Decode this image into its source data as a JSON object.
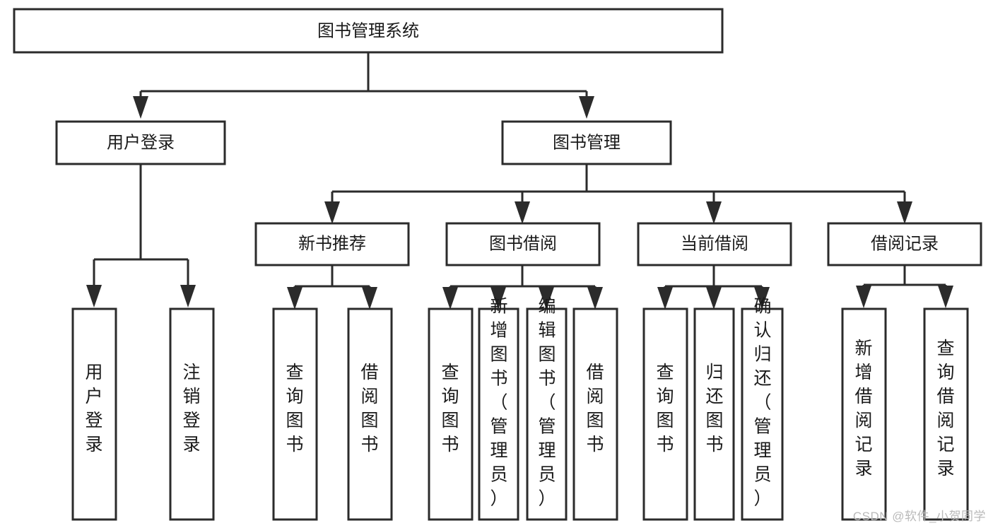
{
  "diagram": {
    "type": "tree",
    "title": "图书管理系统",
    "orientation": "top-down",
    "colors": {
      "background": "#ffffff",
      "box_fill": "#ffffff",
      "box_stroke": "#2b2b2b",
      "connector": "#2b2b2b",
      "text": "#1a1a1a",
      "watermark": "#b9b9b9"
    },
    "root": {
      "label": "图书管理系统"
    },
    "level2": [
      {
        "label": "用户登录"
      },
      {
        "label": "图书管理"
      }
    ],
    "level3": [
      {
        "label": "新书推荐"
      },
      {
        "label": "图书借阅"
      },
      {
        "label": "当前借阅"
      },
      {
        "label": "借阅记录"
      }
    ],
    "leaves": {
      "user_login": [
        {
          "label": "用户登录"
        },
        {
          "label": "注销登录"
        }
      ],
      "new_book_recommend": [
        {
          "label": "查询图书"
        },
        {
          "label": "借阅图书"
        }
      ],
      "book_borrow": [
        {
          "label": "查询图书"
        },
        {
          "label": "新增图书（管理员）"
        },
        {
          "label": "编辑图书（管理员）"
        },
        {
          "label": "借阅图书"
        }
      ],
      "current_borrow": [
        {
          "label": "查询图书"
        },
        {
          "label": "归还图书"
        },
        {
          "label": "确认归还（管理员）"
        }
      ],
      "borrow_record": [
        {
          "label": "新增借阅记录"
        },
        {
          "label": "查询借阅记录"
        }
      ]
    }
  },
  "watermark": {
    "text": "CSDN @软件_小贺同学"
  }
}
